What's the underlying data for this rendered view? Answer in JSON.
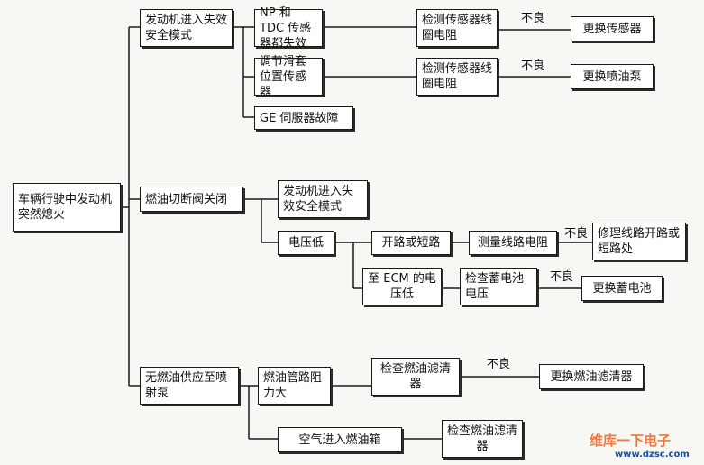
{
  "root": "车辆行驶中发动机突然熄火",
  "branch1": {
    "title": "发动机进入失效安全模式",
    "sub1": "NP 和 TDC 传感器都失效",
    "sub1_check": "检测传感器线圈电阻",
    "sub1_cond": "不良",
    "sub1_fix": "更换传感器",
    "sub2": "调节滑套位置传感器",
    "sub2_check": "检测传感器线圈电阻",
    "sub2_cond": "不良",
    "sub2_fix": "更换喷油泵",
    "sub3": "GE 伺服器故障"
  },
  "branch2": {
    "title": "燃油切断阀关闭",
    "sub1": "发动机进入失效安全模式",
    "sub2": "电压低",
    "sub2a": "开路或短路",
    "sub2a_check": "测量线路电阻",
    "sub2a_cond": "不良",
    "sub2a_fix": "修理线路开路或短路处",
    "sub2b": "至 ECM 的电压低",
    "sub2b_check": "检查蓄电池电压",
    "sub2b_cond": "不良",
    "sub2b_fix": "更换蓄电池"
  },
  "branch3": {
    "title": "无燃油供应至喷射泵",
    "sub1": "燃油管路阻力大",
    "sub1_check": "检查燃油滤清器",
    "sub1_cond": "不良",
    "sub1_fix": "更换燃油滤清器",
    "sub2": "空气进入燃油箱",
    "sub2_check": "检查燃油滤清器"
  },
  "watermark": {
    "brand": "维库一下电子",
    "site": "www.dzsc.com"
  }
}
